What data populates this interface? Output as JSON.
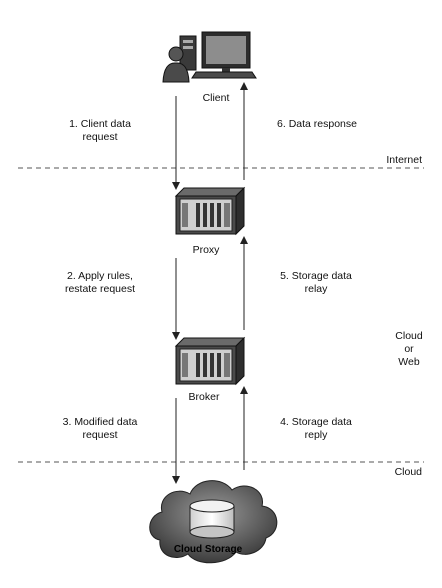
{
  "nodes": {
    "client": "Client",
    "proxy": "Proxy",
    "broker": "Broker",
    "cloud_storage": "Cloud Storage"
  },
  "steps": {
    "s1_line1": "1. Client data",
    "s1_line2": "request",
    "s2_line1": "2. Apply rules,",
    "s2_line2": "restate request",
    "s3_line1": "3. Modified data",
    "s3_line2": "request",
    "s4_line1": "4. Storage data",
    "s4_line2": "reply",
    "s5_line1": "5. Storage data",
    "s5_line2": "relay",
    "s6": "6. Data response"
  },
  "zones": {
    "internet": "Internet",
    "cloud_or_web_line1": "Cloud",
    "cloud_or_web_line2": "or",
    "cloud_or_web_line3": "Web",
    "cloud": "Cloud"
  }
}
